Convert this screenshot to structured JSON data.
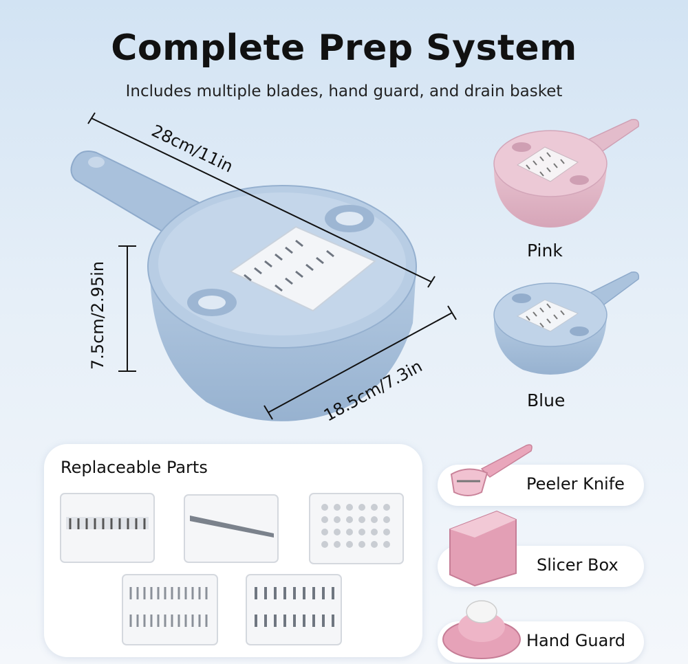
{
  "header": {
    "title": "Complete Prep System",
    "subtitle": "Includes multiple blades, hand guard, and drain basket"
  },
  "dimensions": {
    "length": "28cm/11in",
    "height": "7.5cm/2.95in",
    "diameter": "18.5cm/7.3in"
  },
  "variants": [
    {
      "label": "Pink",
      "color": "#e2b9c7"
    },
    {
      "label": "Blue",
      "color": "#aac2dc"
    }
  ],
  "parts": {
    "title": "Replaceable Parts"
  },
  "accessories": [
    {
      "label": "Peeler Knife",
      "icon": "peeler-icon"
    },
    {
      "label": "Slicer Box",
      "icon": "slicer-box-icon"
    },
    {
      "label": "Hand Guard",
      "icon": "hand-guard-icon"
    }
  ],
  "colors": {
    "product_blue": "#aac2dc",
    "product_pink": "#e2b9c7",
    "accessory_pink": "#e9a6bb"
  }
}
